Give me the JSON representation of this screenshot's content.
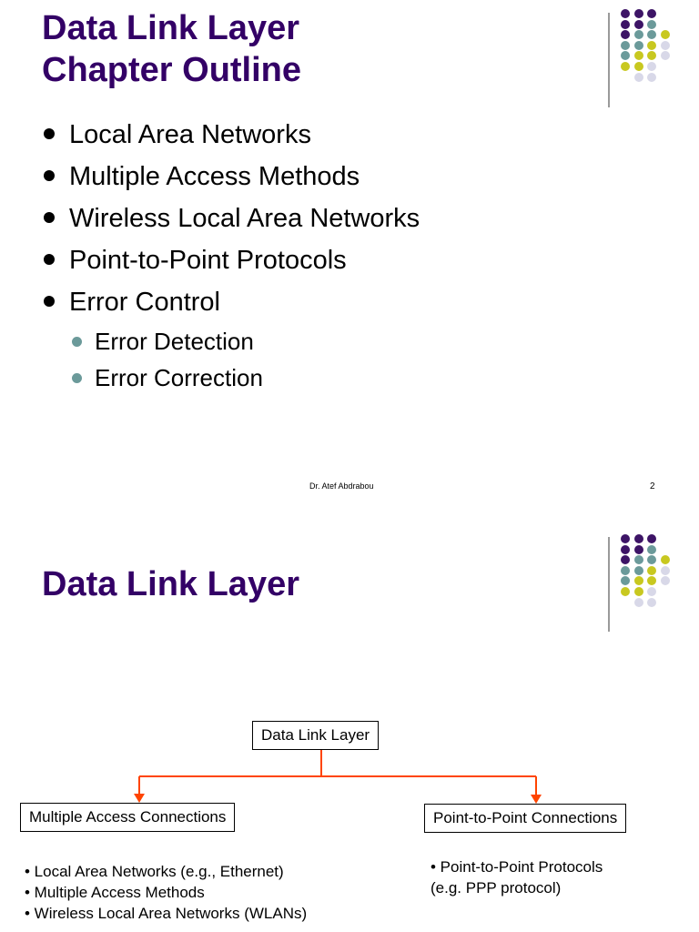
{
  "slide1": {
    "title_line1": "Data Link Layer",
    "title_line2": "Chapter Outline",
    "bullets": [
      "Local Area Networks",
      "Multiple Access Methods",
      "Wireless Local Area Networks",
      "Point-to-Point Protocols",
      "Error Control"
    ],
    "sub_bullets": [
      "Error Detection",
      "Error Correction"
    ],
    "footer_author": "Dr. Atef Abdrabou",
    "page_number": "2"
  },
  "slide2": {
    "title": "Data Link Layer",
    "diagram": {
      "root": "Data Link Layer",
      "left_node": "Multiple Access Connections",
      "right_node": "Point-to-Point Connections",
      "left_items": [
        "• Local Area Networks (e.g., Ethernet)",
        "• Multiple Access Methods",
        "• Wireless Local Area Networks (WLANs)"
      ],
      "right_items": [
        "•  Point-to-Point Protocols",
        "(e.g. PPP protocol)"
      ]
    }
  },
  "colors": {
    "title": "#330066",
    "connector": "#ff4400",
    "dot_purple": "#3d1466",
    "dot_teal": "#6b9a9a",
    "dot_yellow": "#c8c820",
    "dot_lavender": "#d8d8e8"
  }
}
